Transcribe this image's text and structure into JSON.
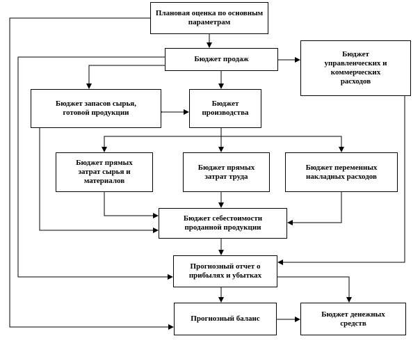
{
  "diagram": {
    "nodes": [
      {
        "id": "b-plan",
        "label": "Плановая  оценка по основным\nпараметрам"
      },
      {
        "id": "b-sales",
        "label": "Бюджет продаж"
      },
      {
        "id": "b-mgmt",
        "label": "Бюджет\nуправленческих и\nкоммерческих\nрасходов"
      },
      {
        "id": "b-stock",
        "label": "Бюджет запасов сырья,\nготовой продукции"
      },
      {
        "id": "b-prod",
        "label": "Бюджет\nпроизводства"
      },
      {
        "id": "b-mat",
        "label": "Бюджет прямых\nзатрат  сырья и\nматериалов"
      },
      {
        "id": "b-labor",
        "label": "Бюджет прямых\nзатрат труда"
      },
      {
        "id": "b-over",
        "label": "Бюджет переменных\nнакладных расходов"
      },
      {
        "id": "b-cost",
        "label": "Бюджет себестоимости\nпроданной продукции"
      },
      {
        "id": "b-pnl",
        "label": "Прогнозный отчет о\nприбылях и убытках"
      },
      {
        "id": "b-bal",
        "label": "Прогнозный баланс"
      },
      {
        "id": "b-cash",
        "label": "Бюджет денежных\nсредств"
      }
    ]
  }
}
